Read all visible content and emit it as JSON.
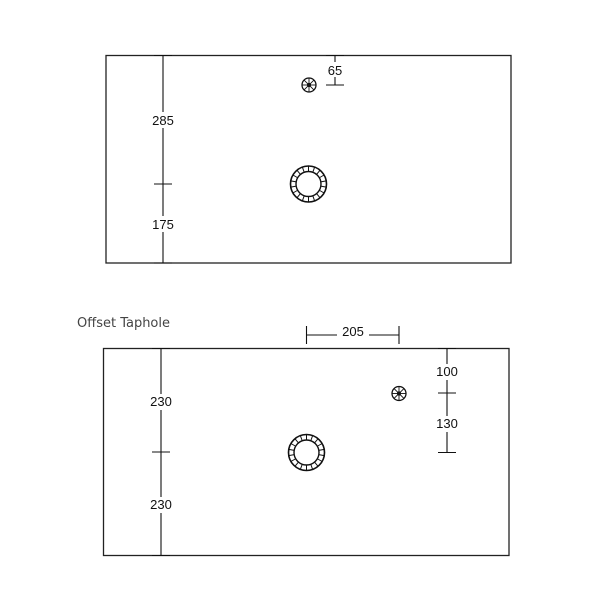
{
  "colors": {
    "line": "#222222",
    "text": "#111111",
    "title": "#444444",
    "background": "#ffffff"
  },
  "diagrams": [
    {
      "name": "standard-taphole",
      "title": "",
      "dimensions": {
        "left_upper": "285",
        "left_lower": "175",
        "tap_from_top": "65"
      }
    },
    {
      "name": "offset-taphole",
      "title": "Offset Taphole",
      "dimensions": {
        "left_upper": "230",
        "left_lower": "230",
        "tap_horizontal_offset": "205",
        "right_upper": "100",
        "right_lower": "130"
      }
    }
  ],
  "icons": {
    "tap_hole": "tap-hole-icon",
    "waste_outlet": "waste-outlet-icon"
  }
}
